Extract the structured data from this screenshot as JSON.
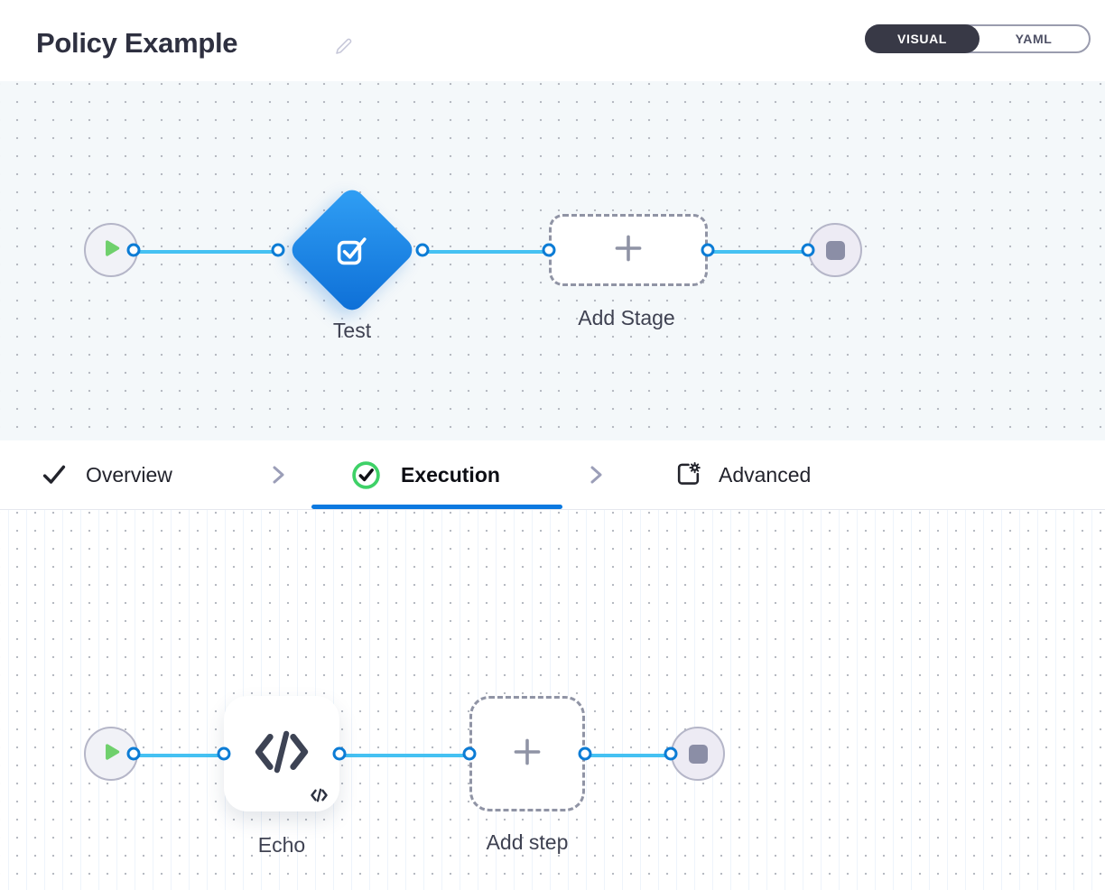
{
  "header": {
    "title": "Policy Example",
    "view_toggle": {
      "visual_label": "VISUAL",
      "yaml_label": "YAML",
      "selected": "VISUAL"
    }
  },
  "stage_pipeline": {
    "start_icon": "play-icon",
    "stage": {
      "label": "Test",
      "icon": "test-check-icon"
    },
    "add_stage": {
      "label": "Add Stage",
      "icon": "plus-icon"
    },
    "end_icon": "stop-icon"
  },
  "tabs": [
    {
      "label": "Overview",
      "icon": "check-icon",
      "state": "completed"
    },
    {
      "label": "Execution",
      "icon": "check-circle-green-icon",
      "state": "active"
    },
    {
      "label": "Advanced",
      "icon": "panel-gear-icon",
      "state": "default"
    }
  ],
  "execution_pipeline": {
    "start_icon": "play-icon",
    "step": {
      "label": "Echo",
      "icon": "code-icon",
      "badge_icon": "code-badge-icon"
    },
    "add_step": {
      "label": "Add step",
      "icon": "plus-icon"
    },
    "end_icon": "stop-icon"
  },
  "colors": {
    "accent_blue": "#0b79e0",
    "edge_blue": "#45c1f2",
    "port_blue": "#0c7cd5",
    "diamond_gradient_top": "#31a0f5",
    "diamond_gradient_bottom": "#0d6ed6",
    "success_green": "#3ed167",
    "play_green": "#6fd06c",
    "toggle_dark": "#383946",
    "stage_canvas_bg": "#f4f8fa"
  }
}
